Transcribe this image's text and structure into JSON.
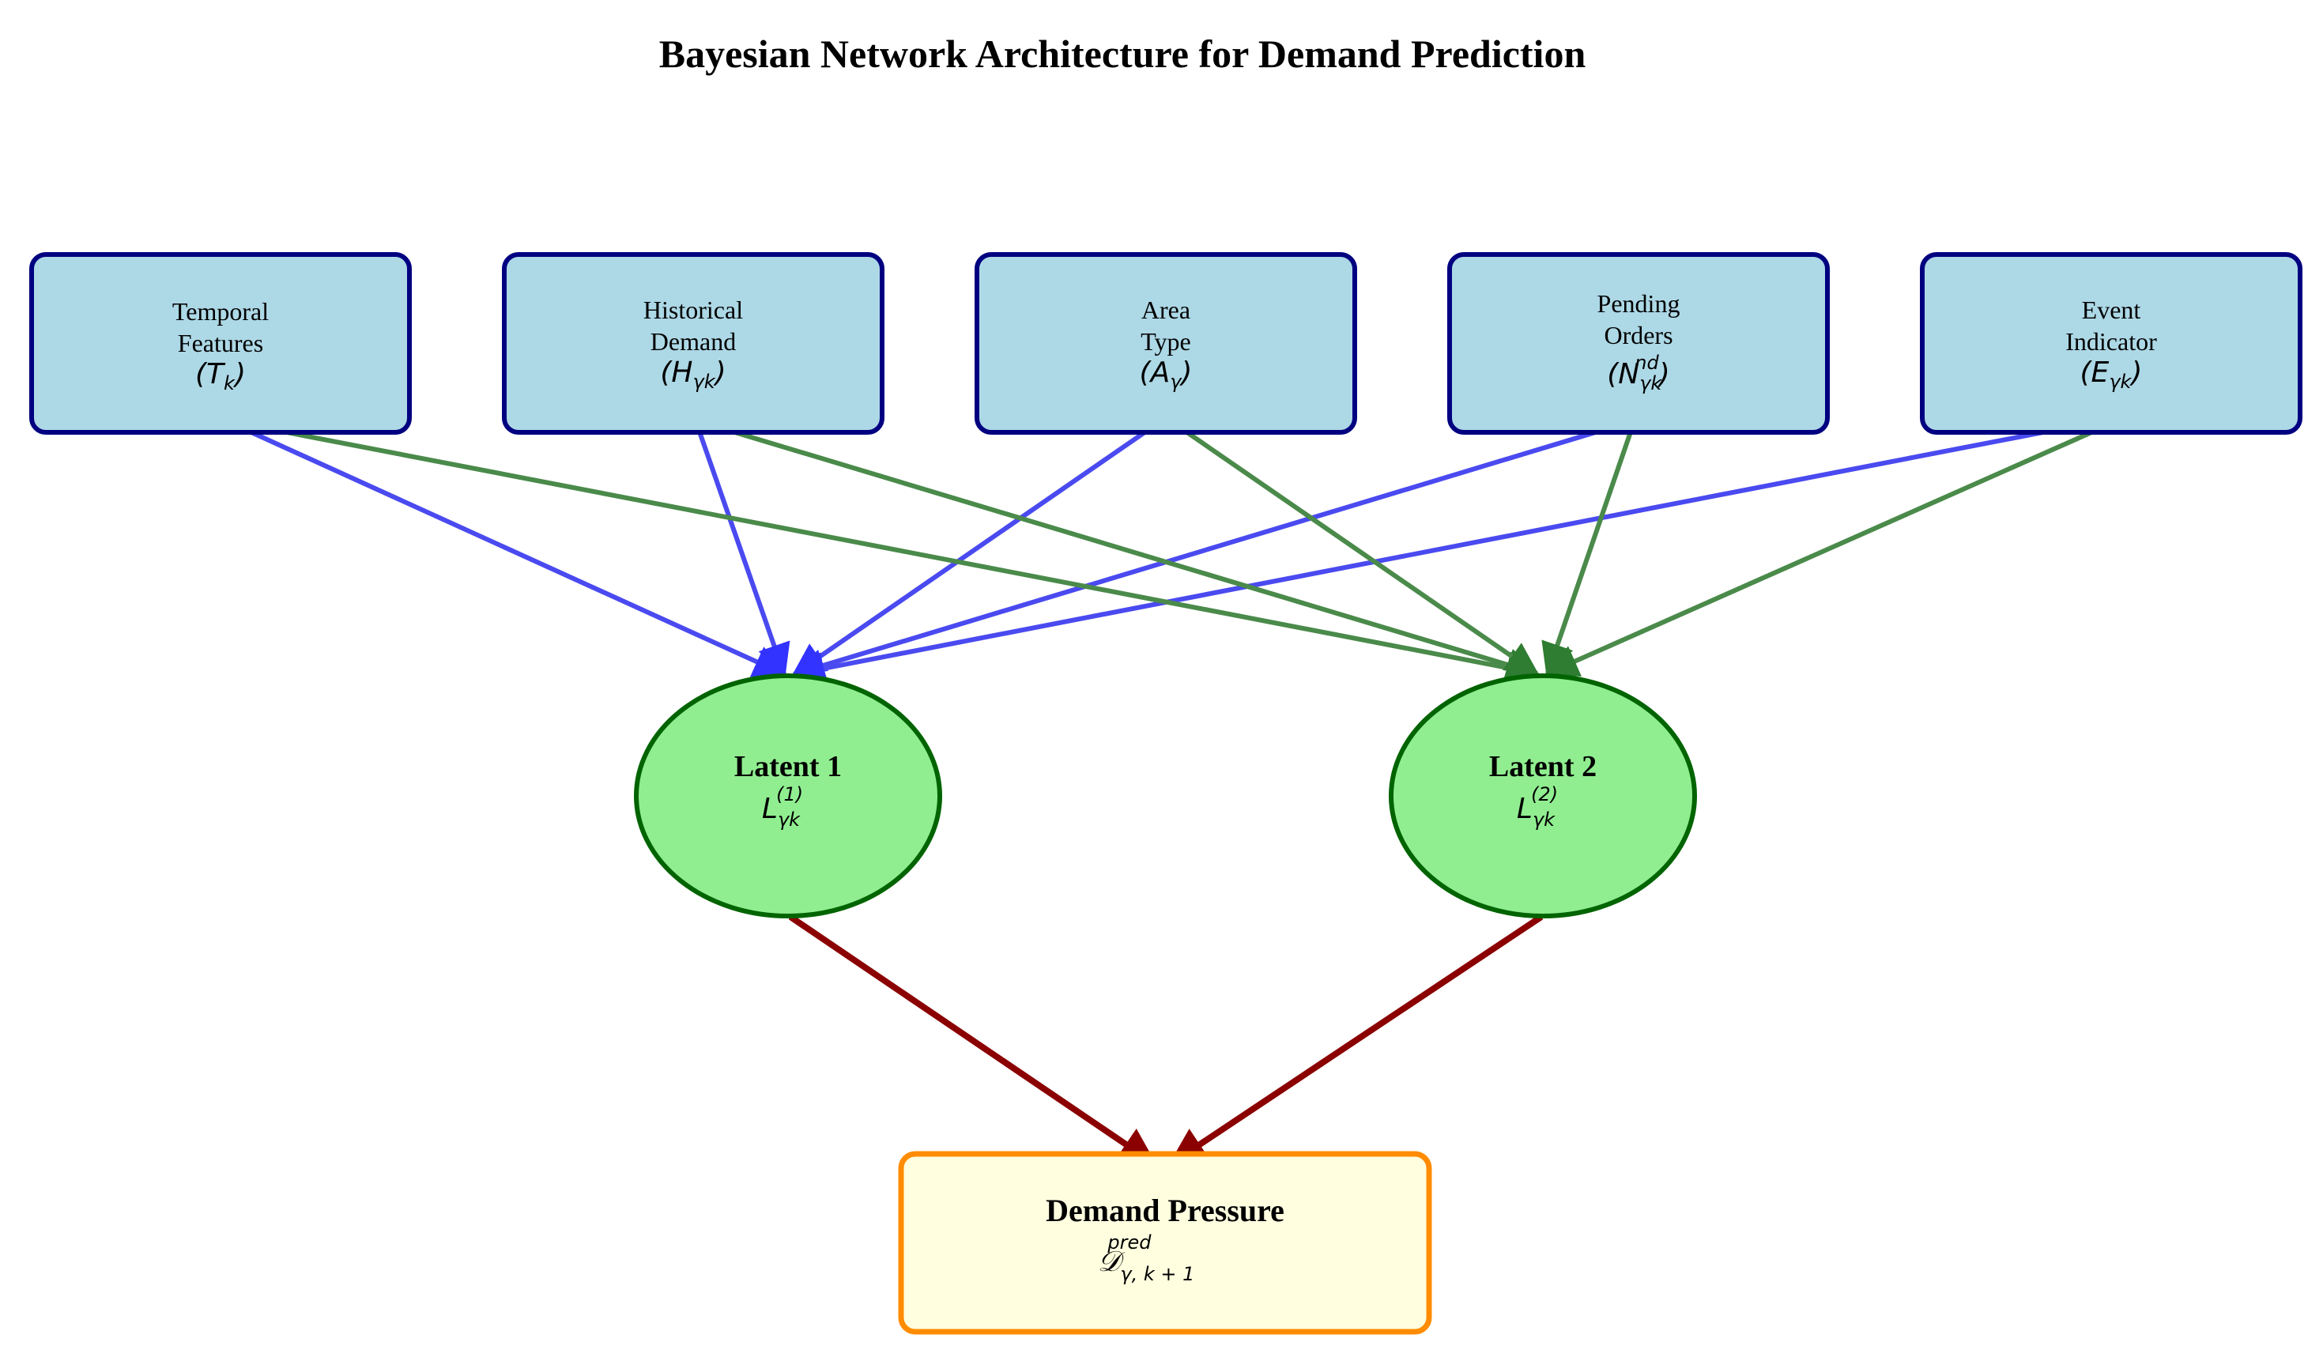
{
  "title": "Bayesian Network Architecture for Demand Prediction",
  "colors": {
    "input_fill": "#add8e6",
    "input_stroke": "#000080",
    "latent_fill": "#90ee90",
    "latent_stroke": "#006400",
    "output_fill": "#ffffe0",
    "output_stroke": "#ff8c00",
    "edge_to_latent1": "#3333ff",
    "edge_to_latent2": "#2e7d32",
    "edge_to_output": "#8b0000"
  },
  "inputs": [
    {
      "line1": "Temporal",
      "line2": "Features",
      "symbol": "(T",
      "sub": "k",
      "sup": "",
      "close": ")"
    },
    {
      "line1": "Historical",
      "line2": "Demand",
      "symbol": "(H",
      "sub": "γk",
      "sup": "",
      "close": ")"
    },
    {
      "line1": "Area",
      "line2": "Type",
      "symbol": "(A",
      "sub": "γ",
      "sup": "",
      "close": ")"
    },
    {
      "line1": "Pending",
      "line2": "Orders",
      "symbol": "(N",
      "sub": "γk",
      "sup": "nd",
      "close": ")"
    },
    {
      "line1": "Event",
      "line2": "Indicator",
      "symbol": "(E",
      "sub": "γk",
      "sup": "",
      "close": ")"
    }
  ],
  "latents": [
    {
      "label": "Latent 1",
      "symbol": "L",
      "sub": "γk",
      "sup": "(1)"
    },
    {
      "label": "Latent 2",
      "symbol": "L",
      "sub": "γk",
      "sup": "(2)"
    }
  ],
  "output": {
    "label": "Demand Pressure",
    "symbol": "𝒟",
    "sub": "γ, k + 1",
    "sup": "pred"
  }
}
